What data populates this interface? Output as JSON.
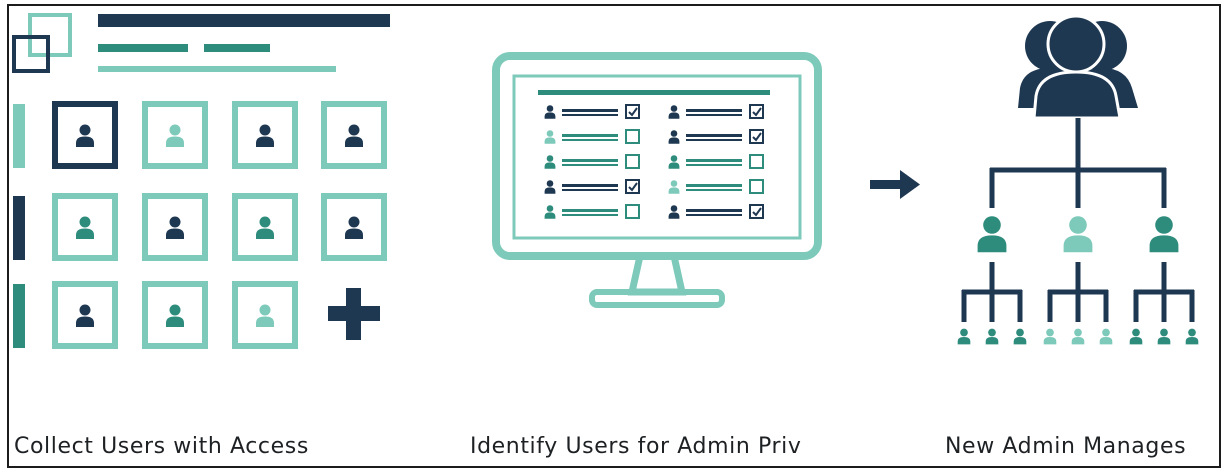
{
  "colors": {
    "navy": "#1f3852",
    "teal": "#2e8c7c",
    "mint": "#7dcabb",
    "background": "#ffffff"
  },
  "steps": [
    {
      "label": "Collect Users with Access",
      "icon": "user-grid-icon"
    },
    {
      "label": "Identify Users for Admin Priv",
      "icon": "monitor-checklist-icon"
    },
    {
      "label": "New Admin Manages",
      "icon": "org-hierarchy-icon"
    }
  ],
  "connector_icon": "arrow-right-icon",
  "checklist": {
    "left_column_checked": [
      true,
      false,
      false,
      true,
      false
    ],
    "right_column_checked": [
      true,
      true,
      false,
      false,
      true
    ]
  }
}
